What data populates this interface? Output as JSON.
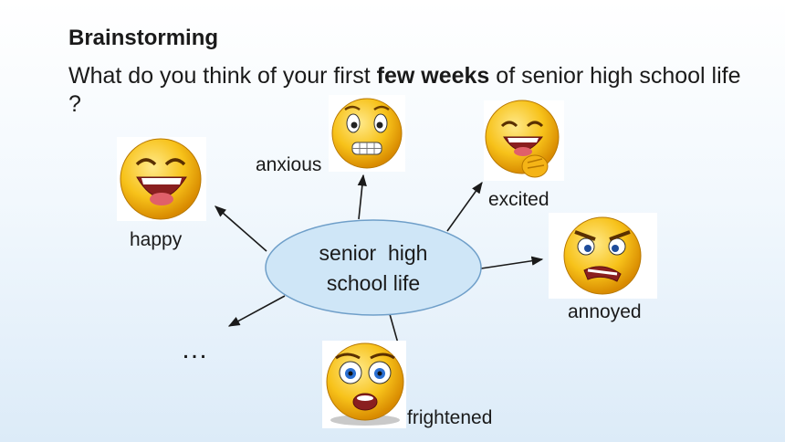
{
  "title": "Brainstorming",
  "question": {
    "before": "What do you think of your first ",
    "bold": "few weeks",
    "after": " of senior high school life ?"
  },
  "center": {
    "line1": "senior  high",
    "line2": "school life"
  },
  "feelings": {
    "anxious": "anxious",
    "excited": "excited",
    "happy": "happy",
    "annoyed": "annoyed",
    "frightened": "frightened"
  },
  "more": "…",
  "icons": {
    "anxious": "anxious-face-icon",
    "excited": "excited-face-icon",
    "happy": "happy-face-icon",
    "annoyed": "annoyed-face-icon",
    "frightened": "frightened-face-icon"
  },
  "colors": {
    "ellipse_fill": "#cfe6f7",
    "ellipse_stroke": "#6f9fc9",
    "face": "#f7c21a"
  }
}
